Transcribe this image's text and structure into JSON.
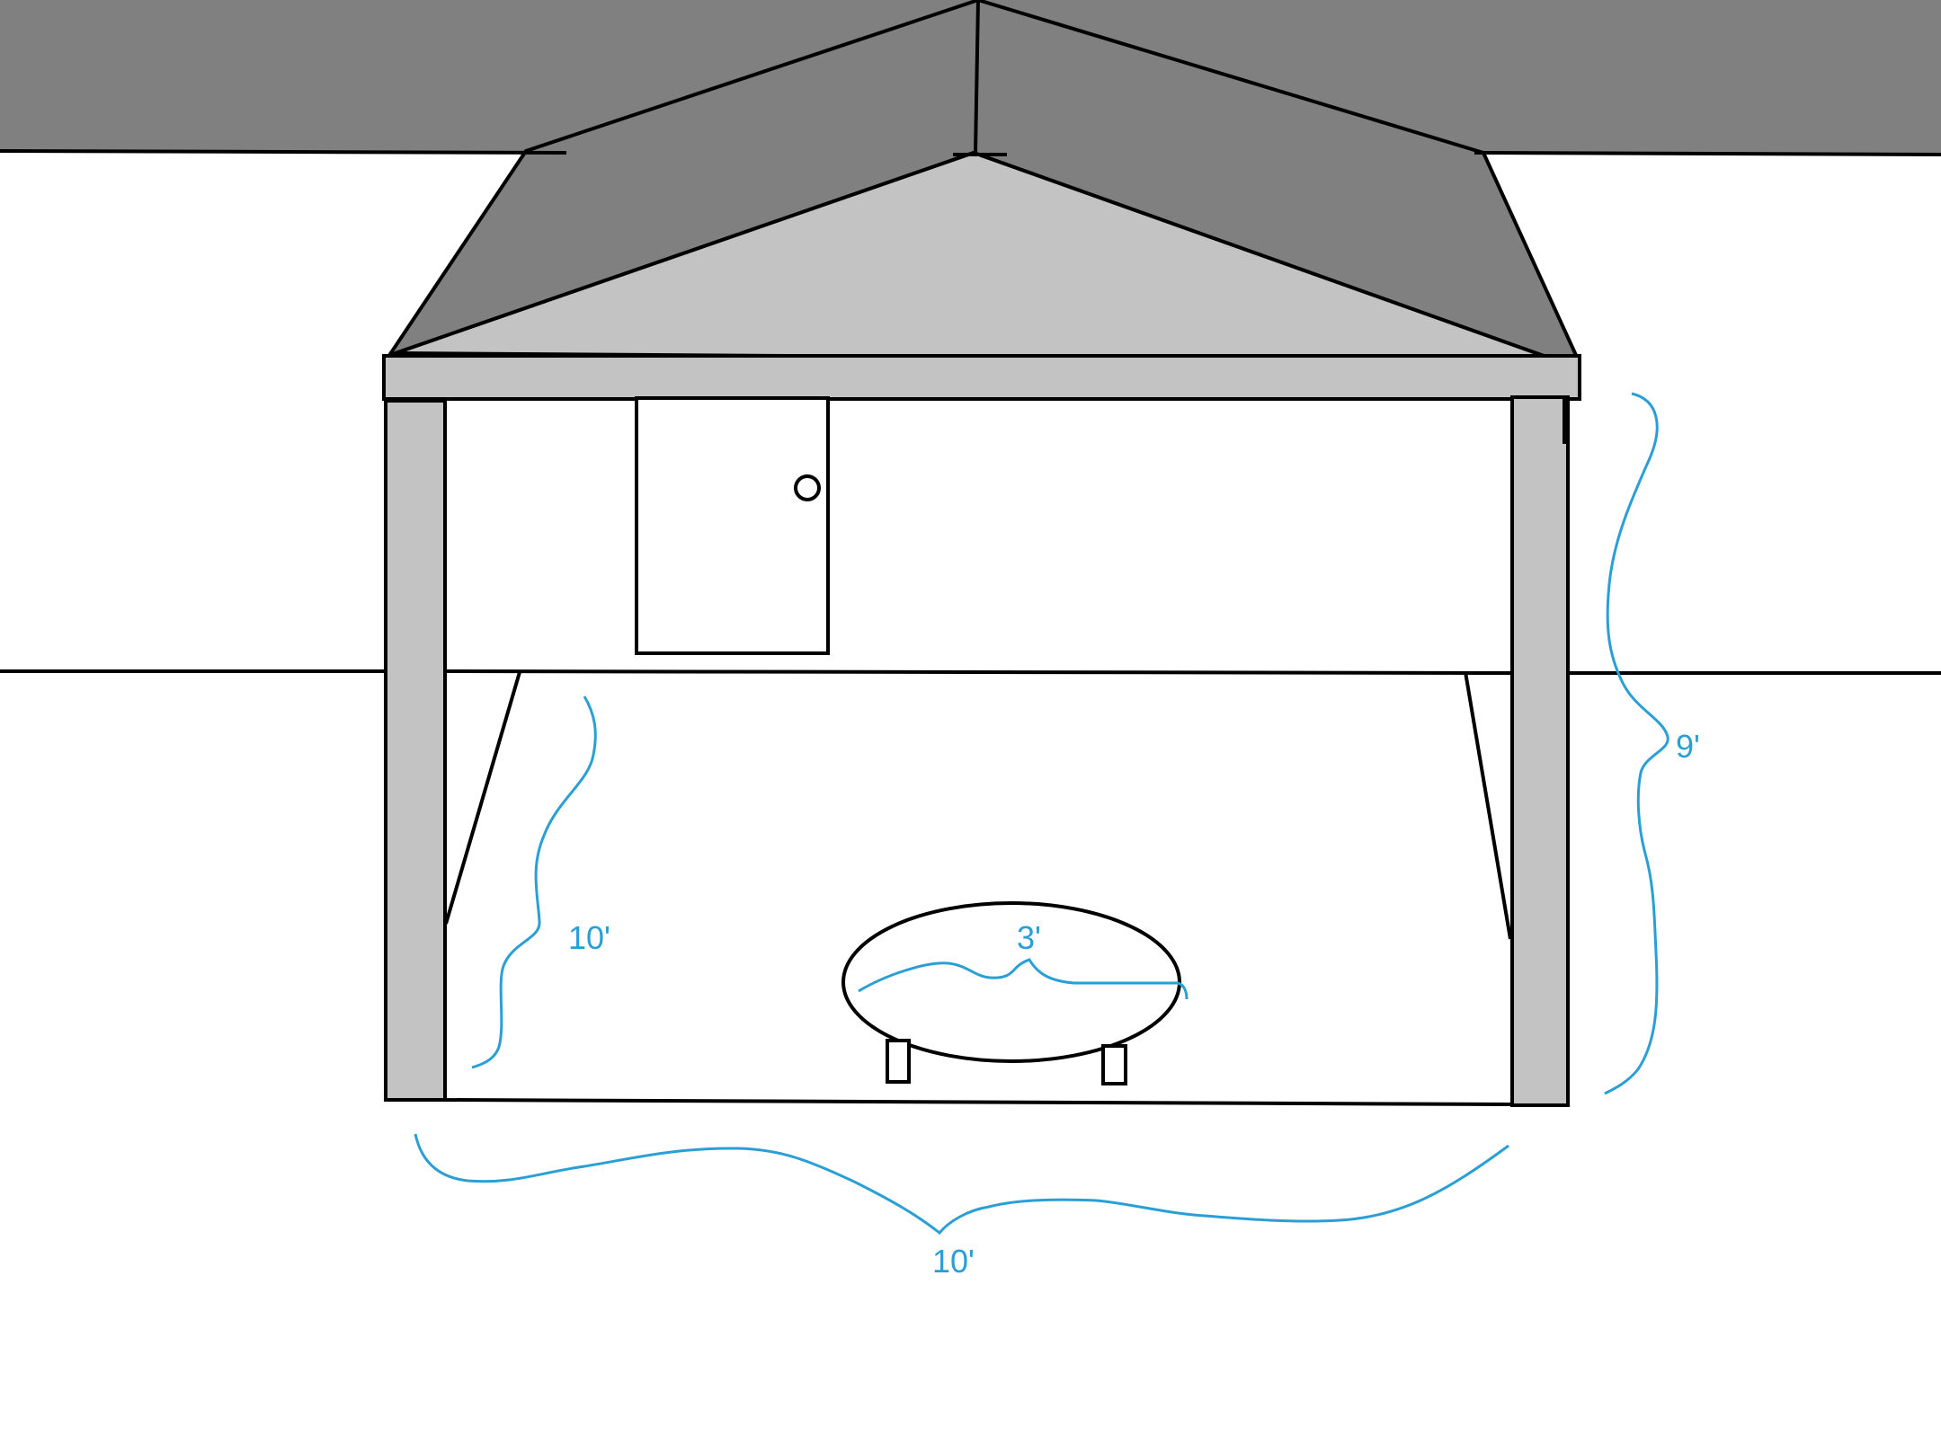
{
  "colors": {
    "roof_dark": "#808080",
    "roof_light": "#c3c3c3",
    "post": "#c3c3c3",
    "line": "#000000",
    "dimension": "#2a9fd6",
    "background": "#ffffff"
  },
  "dimensions": {
    "height_label": "9'",
    "width_label": "10'",
    "depth_label": "10'",
    "table_label": "3'"
  }
}
